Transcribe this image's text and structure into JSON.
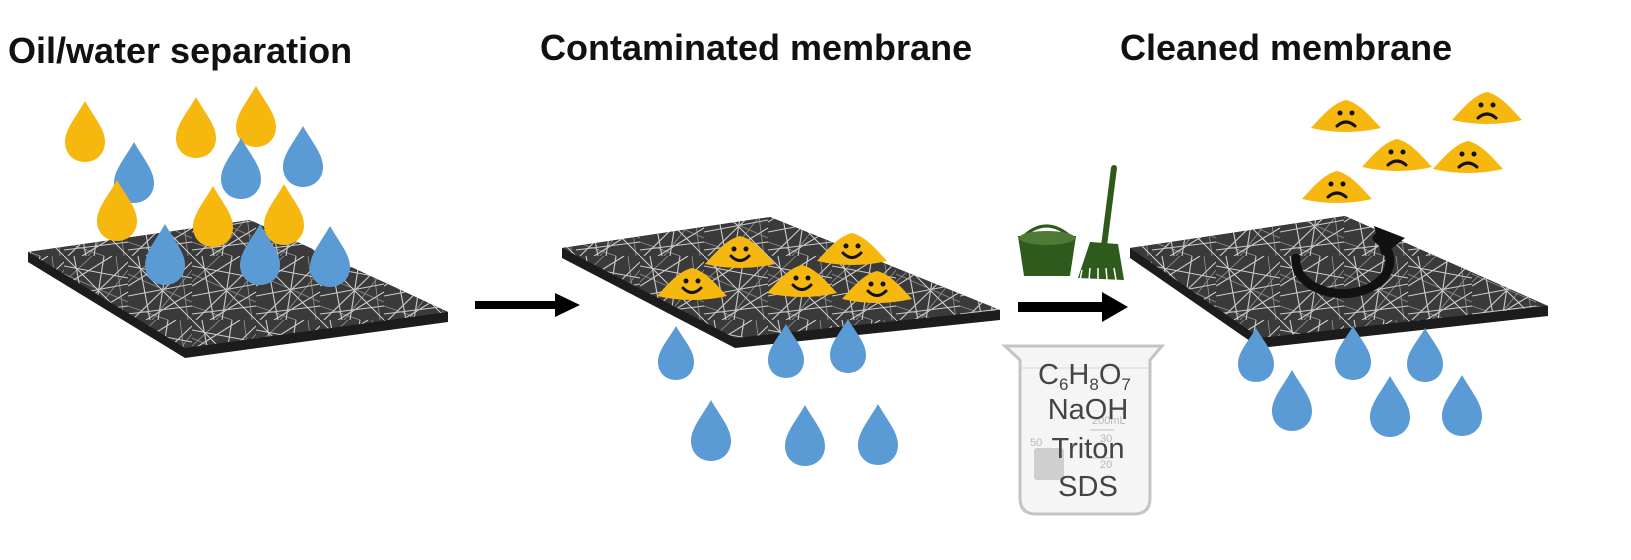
{
  "panels": [
    {
      "title": "Oil/water separation"
    },
    {
      "title": "Contaminated membrane"
    },
    {
      "title": "Cleaned membrane"
    }
  ],
  "beaker": {
    "formula": {
      "c": "C",
      "c_sub": "6",
      "h": "H",
      "h_sub": "8",
      "o": "O",
      "o_sub": "7"
    },
    "reagents": [
      "NaOH",
      "Triton",
      "SDS"
    ],
    "scale_marks": [
      "50",
      "30",
      "20",
      "200mL"
    ]
  },
  "icons": [
    "bucket-icon",
    "broom-icon",
    "rotate-arrow-icon",
    "smiley-face-icon",
    "frown-face-icon"
  ],
  "colors": {
    "oil": "#f6b70e",
    "water": "#5b9bd5",
    "arrow": "#000000",
    "cleaning_tools": "#2e5a1c",
    "membrane": "#3a3a3a"
  }
}
